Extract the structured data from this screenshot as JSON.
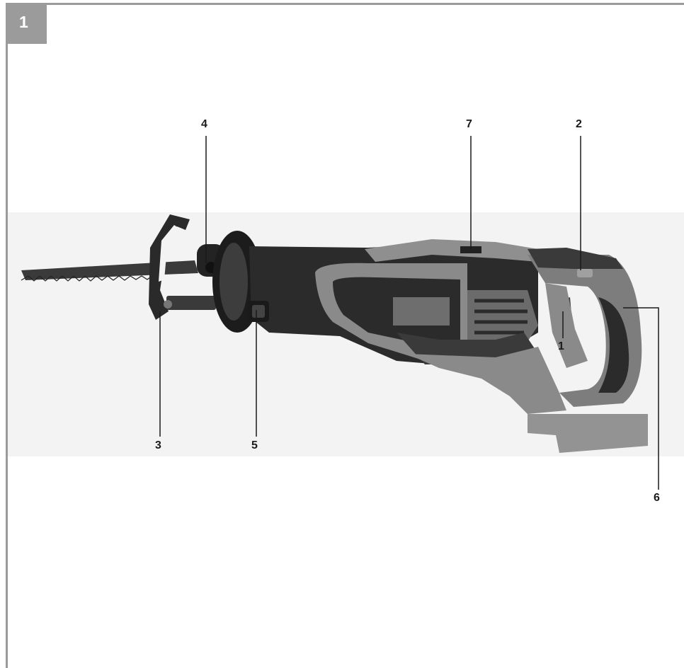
{
  "figure": {
    "number": "1"
  },
  "callouts": [
    {
      "id": "1",
      "text": "1"
    },
    {
      "id": "2",
      "text": "2"
    },
    {
      "id": "3",
      "text": "3"
    },
    {
      "id": "4",
      "text": "4"
    },
    {
      "id": "5",
      "text": "5"
    },
    {
      "id": "6",
      "text": "6"
    },
    {
      "id": "7",
      "text": "7"
    }
  ],
  "colors": {
    "frame": "#9b9b9b",
    "body_dark": "#2b2b2b",
    "body_grey": "#8a8a8a",
    "blade": "#3a3a3a"
  }
}
